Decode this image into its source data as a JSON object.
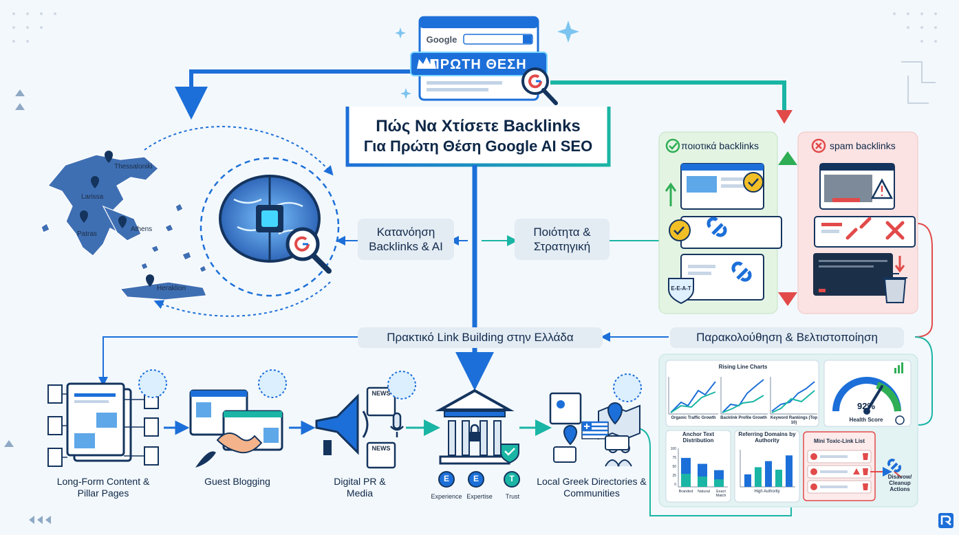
{
  "colors": {
    "blue": "#1c6fd8",
    "teal": "#1ab5a4",
    "red": "#e24a4a",
    "green": "#2fae55",
    "navy": "#14345e"
  },
  "header": {
    "search_brand": "Google",
    "badge": "ΠΡΩΤΗ ΘΕΣΗ",
    "title_line1": "Πώς Να Χτίσετε Backlinks",
    "title_line2": "Για Πρώτη Θέση Google AI SEO"
  },
  "map": {
    "cities": [
      "Thessaloniki",
      "Larissa",
      "Athens",
      "Patras",
      "Heraklion"
    ]
  },
  "steps": {
    "understanding": "Κατανόηση Backlinks & AI",
    "quality": "Ποιότητα & Στρατηγική",
    "practical": "Πρακτικό Link Building στην Ελλάδα",
    "monitoring": "Παρακολούθηση & Βελτιστοποίηση"
  },
  "quality_panel": {
    "good_title": "ποιοτικά backlinks",
    "bad_title": "spam backlinks",
    "eeat": "E-E-A-T"
  },
  "tactics": {
    "longform": "Long-Form Content & Pillar Pages",
    "guest": "Guest Blogging",
    "pr": "Digital PR & Media",
    "local": "Local Greek Directories & Communities",
    "news": "NEWS",
    "eet": [
      {
        "letter": "E",
        "label": "Experience"
      },
      {
        "letter": "E",
        "label": "Expertise"
      },
      {
        "letter": "T",
        "label": "Trust"
      }
    ]
  },
  "dashboard": {
    "rising_title": "Rising Line Charts",
    "charts": [
      "Organic Traffic Growth",
      "Backlink Profile Growth",
      "Keyword Rankings (Top 10)"
    ],
    "health_value": "92%",
    "health_label": "Health Score",
    "anchor_title": "Anchor Text Distribution",
    "anchor_ticks": [
      "100",
      "75",
      "50",
      "25",
      "0"
    ],
    "anchor_cats": [
      "Branded",
      "Natural",
      "Exact Match"
    ],
    "ref_title": "Referring Domains by Authority",
    "ref_cat": "High Authority",
    "toxic_title": "Mini Toxic-Link List",
    "disavow": "Disavow/ Cleanup Actions",
    "anchor_values": [
      78,
      62,
      45
    ],
    "ref_values": [
      35,
      55,
      72,
      48,
      88
    ]
  }
}
